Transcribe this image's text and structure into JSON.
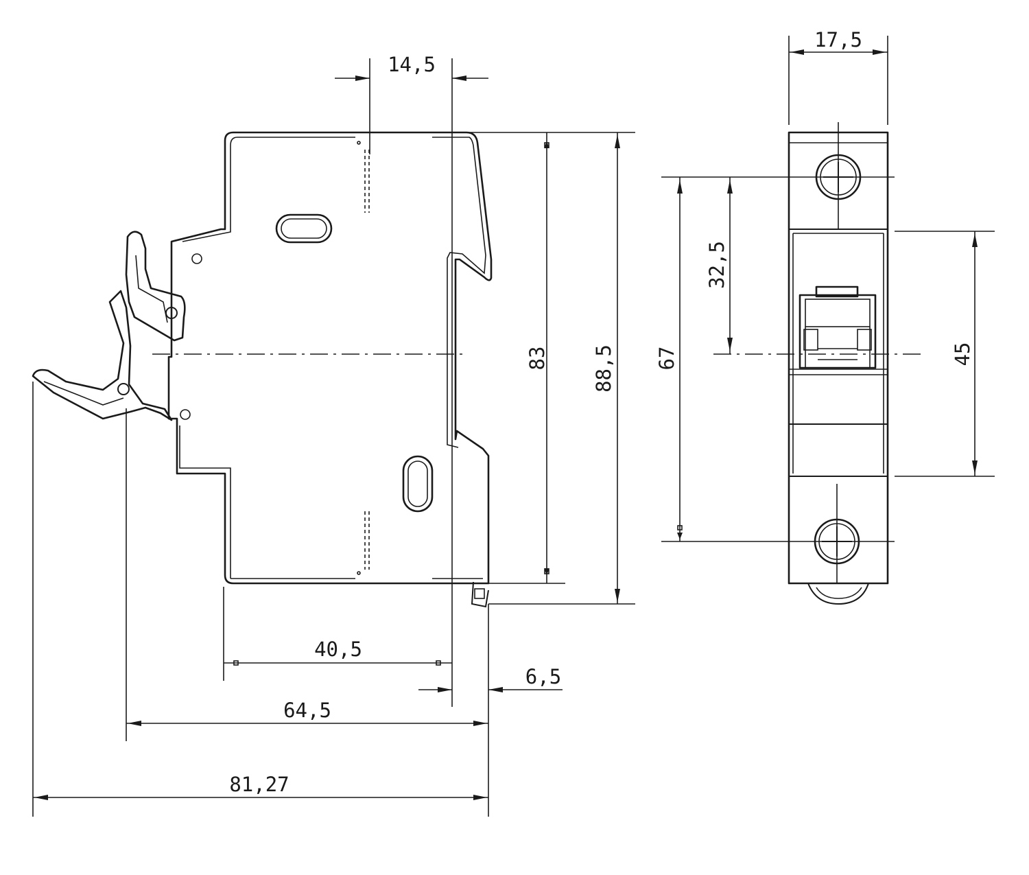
{
  "dimensions": {
    "top_gap": "14,5",
    "height_inner": "83",
    "height_outer": "88,5",
    "width_base": "40,5",
    "offset_right": "6,5",
    "depth_main": "64,5",
    "depth_total": "81,27",
    "front_width": "17,5",
    "terminal_spacing": "67",
    "terminal_to_center": "32,5",
    "front_window": "45"
  }
}
